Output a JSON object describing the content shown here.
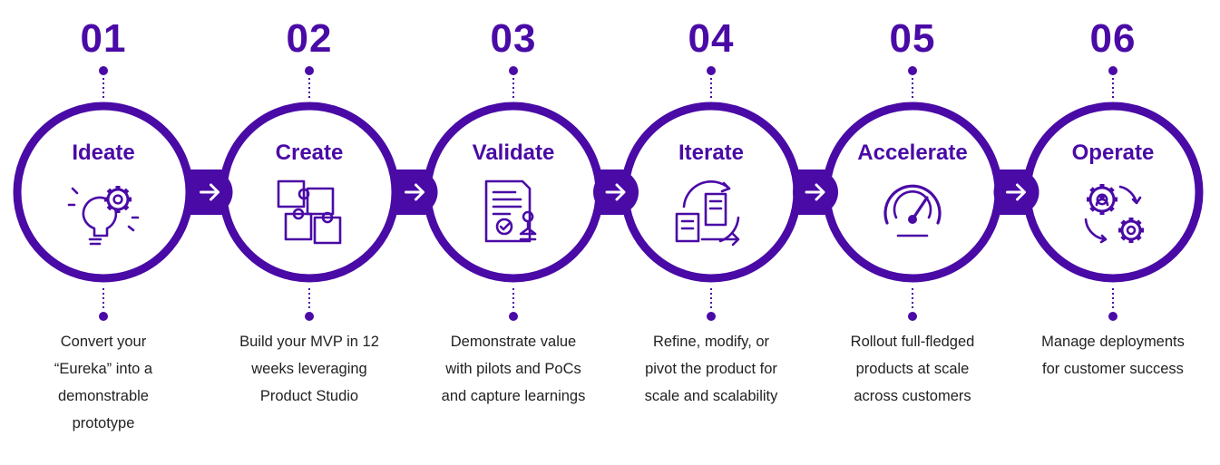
{
  "colors": {
    "accent": "#4a0aa6",
    "text": "#222222",
    "background": "#ffffff"
  },
  "arrow_icon": "arrow-right-icon",
  "steps": [
    {
      "number": "01",
      "title": "Ideate",
      "icon": "lightbulb-gear-icon",
      "description": [
        "Convert your",
        "“Eureka” into a",
        "demonstrable",
        "prototype"
      ]
    },
    {
      "number": "02",
      "title": "Create",
      "icon": "puzzle-icon",
      "description": [
        "Build your MVP in 12",
        "weeks leveraging",
        "Product Studio"
      ]
    },
    {
      "number": "03",
      "title": "Validate",
      "icon": "document-approval-icon",
      "description": [
        "Demonstrate value",
        "with pilots and PoCs",
        "and capture learnings"
      ]
    },
    {
      "number": "04",
      "title": "Iterate",
      "icon": "iteration-cycle-icon",
      "description": [
        "Refine, modify, or",
        "pivot the product for",
        "scale and scalability"
      ]
    },
    {
      "number": "05",
      "title": "Accelerate",
      "icon": "speedometer-icon",
      "description": [
        "Rollout full-fledged",
        "products at scale",
        "across customers"
      ]
    },
    {
      "number": "06",
      "title": "Operate",
      "icon": "user-gears-icon",
      "description": [
        "Manage deployments",
        "for customer success"
      ]
    }
  ]
}
